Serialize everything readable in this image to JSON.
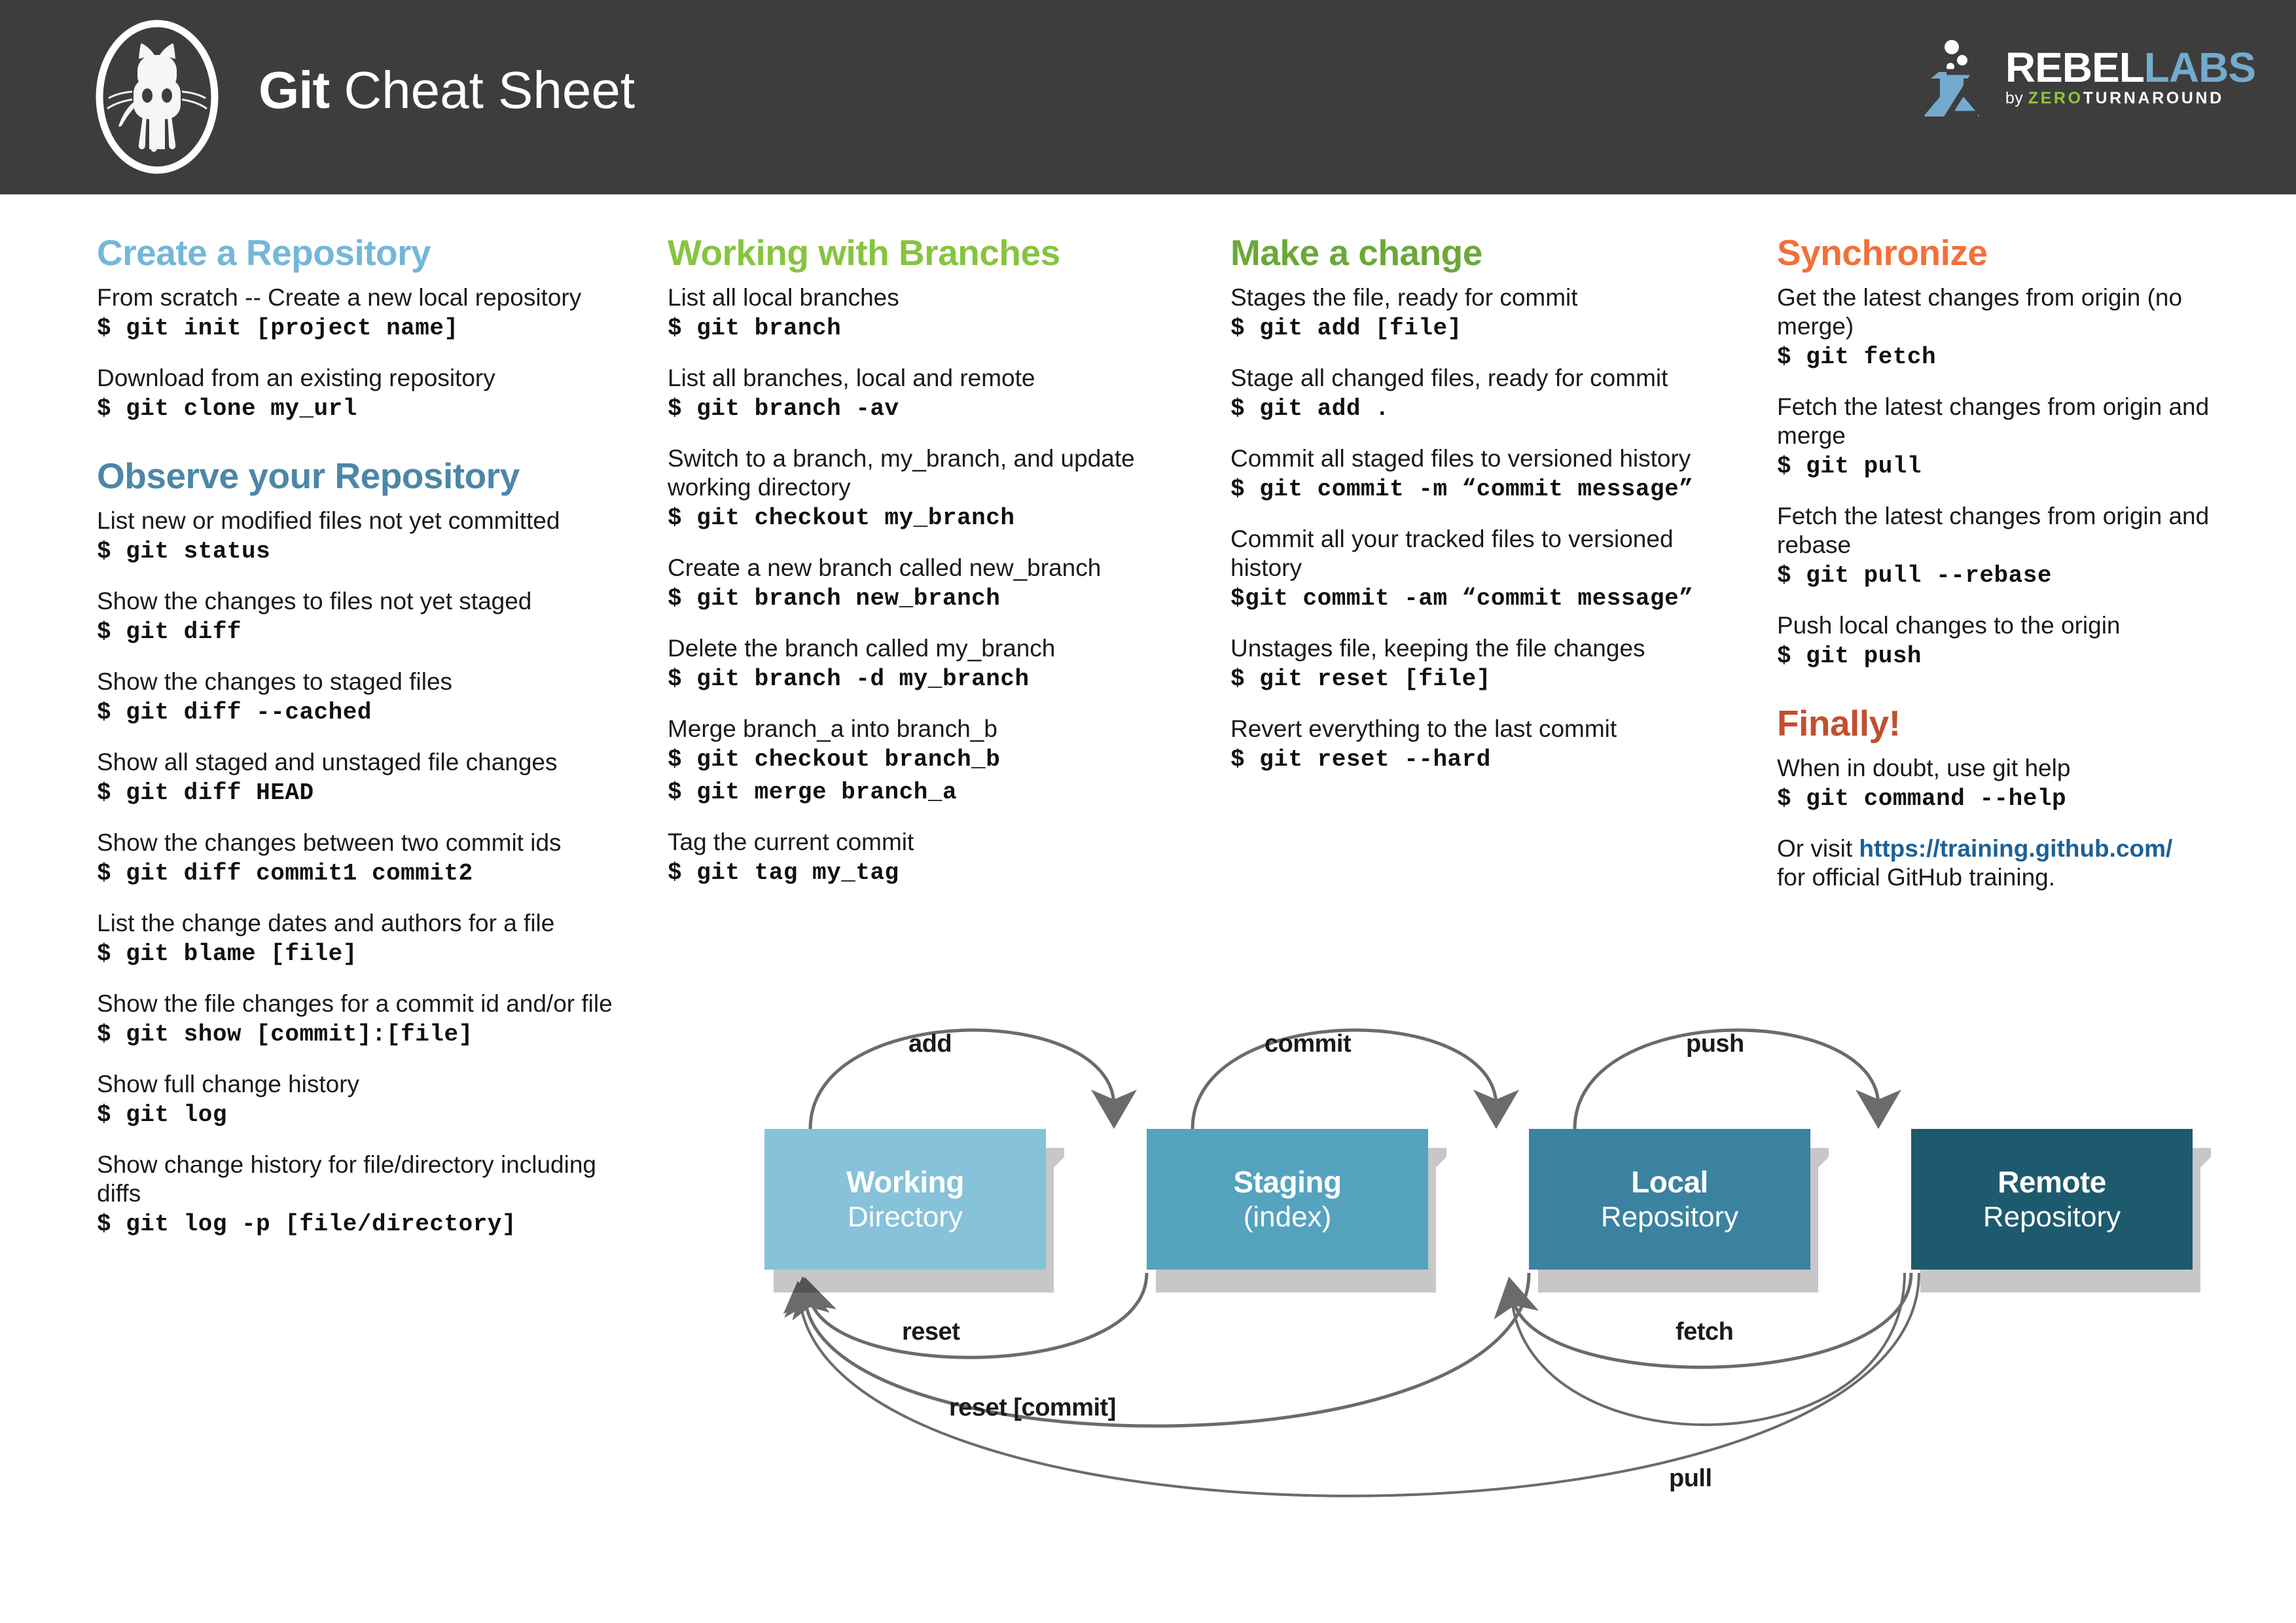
{
  "header": {
    "title_bold": "Git",
    "title_regular": " Cheat Sheet",
    "logo_icon": "github-octocat-icon",
    "brand": {
      "icon": "flask-icon",
      "line1_white": "REBEL",
      "line1_blue": "LABS",
      "by": "by ",
      "zero": "ZERO",
      "turnaround": "TURNAROUND"
    }
  },
  "colors": {
    "header_bg": "#3d3d3d",
    "blue_light": "#73b7d8",
    "blue_dark": "#4b87a8",
    "green_light": "#86c440",
    "green_dark": "#6aa838",
    "orange": "#f2703a",
    "rust": "#c1502e",
    "link": "#1d6196",
    "box_working": "#86c2da",
    "box_staging": "#55a3bf",
    "box_local": "#3a82a0",
    "box_remote": "#1e5a6e",
    "arrow": "#6b6b6b"
  },
  "columns": [
    {
      "id": "col1",
      "sections": [
        {
          "heading": "Create a Repository",
          "heading_color": "blue_light",
          "entries": [
            {
              "desc": "From scratch -- Create a new local repository",
              "cmd": "$ git init [project name]"
            },
            {
              "desc": "Download from an existing repository",
              "cmd": "$ git clone my_url"
            }
          ]
        },
        {
          "heading": "Observe your Repository",
          "heading_color": "blue_dark",
          "entries": [
            {
              "desc": "List new or modified files not yet committed",
              "cmd": "$ git status"
            },
            {
              "desc": "Show the changes to files not yet staged",
              "cmd": "$ git diff"
            },
            {
              "desc": "Show the changes to staged files",
              "cmd": "$ git diff --cached"
            },
            {
              "desc": "Show all staged and unstaged file changes",
              "cmd": "$ git diff HEAD"
            },
            {
              "desc": "Show the changes between two commit ids",
              "cmd": "$ git diff commit1 commit2"
            },
            {
              "desc": "List the change dates and authors for a file",
              "cmd": "$ git blame [file]"
            },
            {
              "desc": "Show the file changes for a commit id and/or file",
              "cmd": "$ git show [commit]:[file]"
            },
            {
              "desc": "Show full change history",
              "cmd": "$ git log"
            },
            {
              "desc": "Show change history for file/directory including diffs",
              "cmd": "$ git log -p [file/directory]"
            }
          ]
        }
      ]
    },
    {
      "id": "col2",
      "sections": [
        {
          "heading": "Working with Branches",
          "heading_color": "green_light",
          "entries": [
            {
              "desc": "List all local branches",
              "cmd": "$ git branch"
            },
            {
              "desc": "List all branches, local and remote",
              "cmd": "$ git branch -av"
            },
            {
              "desc": "Switch to a branch, my_branch, and update working directory",
              "cmd": "$ git checkout my_branch"
            },
            {
              "desc": "Create a new branch called new_branch",
              "cmd": "$ git branch new_branch"
            },
            {
              "desc": "Delete the branch called my_branch",
              "cmd": "$ git branch -d my_branch"
            },
            {
              "desc": "Merge branch_a into branch_b",
              "cmd": "$ git checkout branch_b\n$ git merge branch_a"
            },
            {
              "desc": "Tag the current commit",
              "cmd": "$ git tag my_tag"
            }
          ]
        }
      ]
    },
    {
      "id": "col3",
      "sections": [
        {
          "heading": "Make a change",
          "heading_color": "green_dark",
          "entries": [
            {
              "desc": "Stages the file, ready for commit",
              "cmd": "$ git add [file]"
            },
            {
              "desc": "Stage all changed files, ready for commit",
              "cmd": "$ git add ."
            },
            {
              "desc": "Commit all staged files to versioned history",
              "cmd": "$ git commit -m “commit message”"
            },
            {
              "desc": "Commit all your tracked files to versioned history",
              "cmd": "$git commit -am “commit message”"
            },
            {
              "desc": "Unstages file, keeping the file changes",
              "cmd": "$ git reset [file]"
            },
            {
              "desc": "Revert everything to the last commit",
              "cmd": "$ git reset --hard"
            }
          ]
        }
      ]
    },
    {
      "id": "col4",
      "sections": [
        {
          "heading": "Synchronize",
          "heading_color": "orange",
          "entries": [
            {
              "desc": "Get the latest changes from origin (no merge)",
              "cmd": "$ git fetch"
            },
            {
              "desc": "Fetch the latest changes from origin and merge",
              "cmd": "$ git pull"
            },
            {
              "desc": "Fetch the latest changes from origin and rebase",
              "cmd": "$ git pull --rebase"
            },
            {
              "desc": "Push local changes to the origin",
              "cmd": "$ git push"
            }
          ]
        },
        {
          "heading": "Finally!",
          "heading_color": "rust",
          "entries": [
            {
              "desc": "When in doubt, use git help",
              "cmd": "$ git command --help"
            }
          ],
          "footer": {
            "prefix": "Or visit ",
            "link": "https://training.github.com/",
            "suffix": "for official GitHub training."
          }
        }
      ]
    }
  ],
  "diagram": {
    "boxes": [
      {
        "title": "Working",
        "sub": "Directory",
        "color": "#86c2da"
      },
      {
        "title": "Staging",
        "sub": "(index)",
        "color": "#55a3bf"
      },
      {
        "title": "Local",
        "sub": "Repository",
        "color": "#3a82a0"
      },
      {
        "title": "Remote",
        "sub": "Repository",
        "color": "#1e5a6e"
      }
    ],
    "arrows": [
      {
        "label": "add",
        "from": "Working",
        "to": "Staging"
      },
      {
        "label": "commit",
        "from": "Staging",
        "to": "Local"
      },
      {
        "label": "push",
        "from": "Local",
        "to": "Remote"
      },
      {
        "label": "reset",
        "from": "Staging",
        "to": "Working"
      },
      {
        "label": "reset [commit]",
        "from": "Local",
        "to": "Working"
      },
      {
        "label": "fetch",
        "from": "Remote",
        "to": "Local"
      },
      {
        "label": "pull",
        "from": "Remote",
        "to": "Working"
      }
    ]
  }
}
